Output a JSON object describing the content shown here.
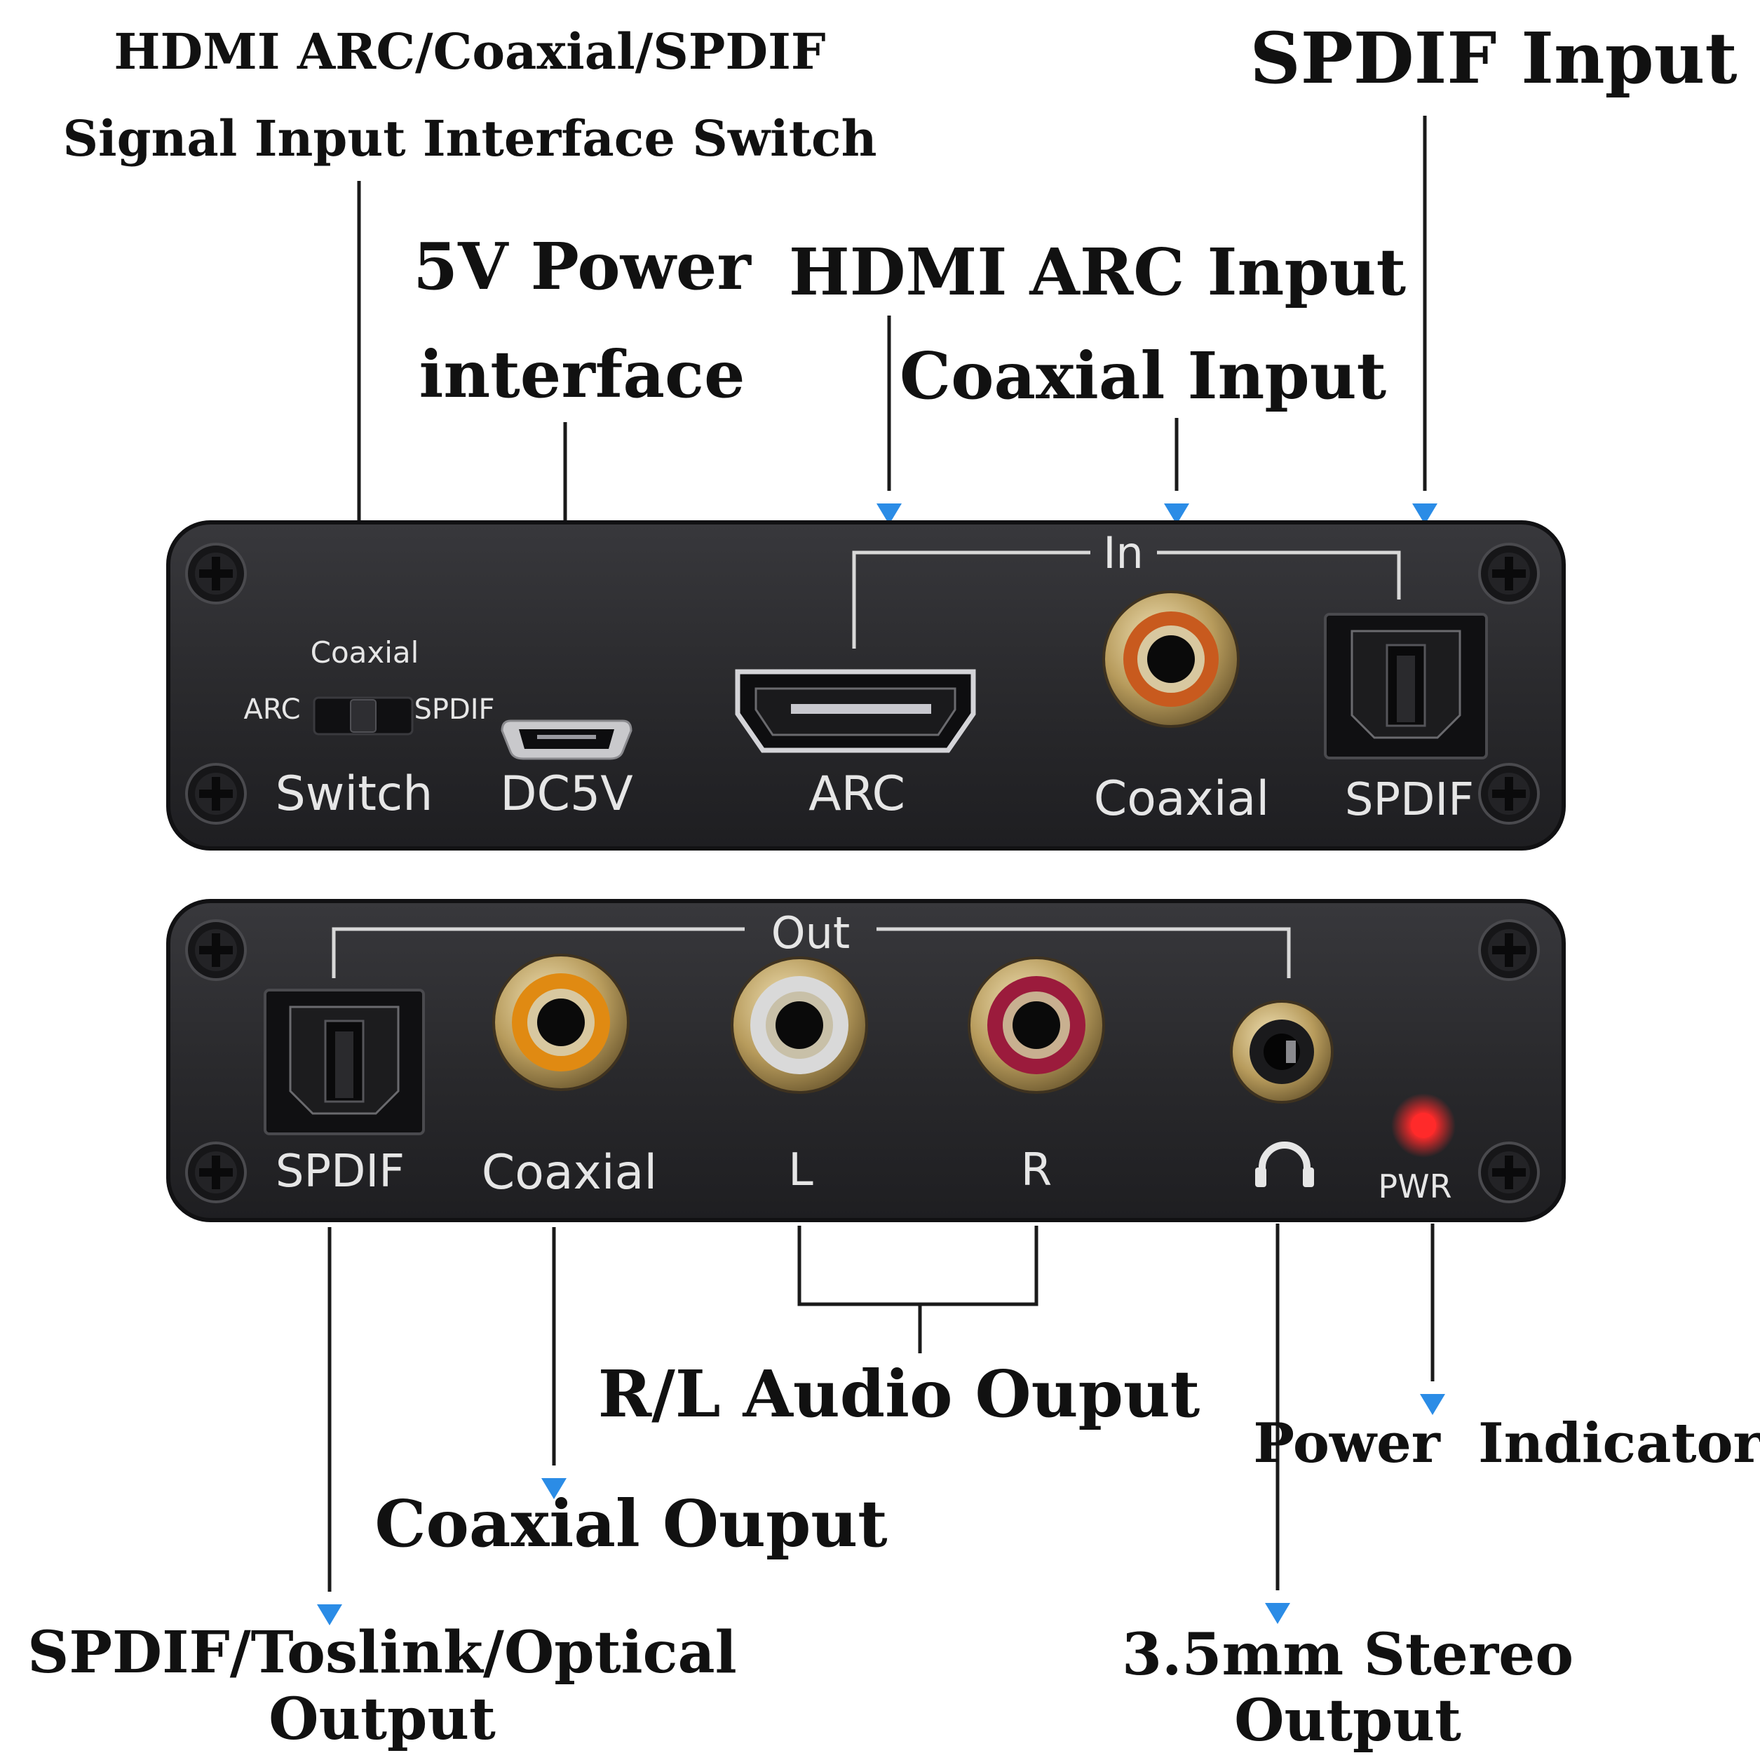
{
  "colors": {
    "arrow": "#2b8ce6",
    "panel": "#2a2a2d",
    "panel_edge": "#111113",
    "rca_orange": "#c85a1e",
    "rca_white": "#d9d9d9",
    "rca_red": "#9b1b3c",
    "led_red": "#ff2a2a"
  },
  "callouts": {
    "switch_line1": "HDMI ARC/Coaxial/SPDIF",
    "switch_line2": "Signal Input Interface Switch",
    "power_line1": "5V Power",
    "power_line2": "interface",
    "arc_input": "HDMI ARC Input",
    "coax_input": "Coaxial Input",
    "spdif_input": "SPDIF Input",
    "rl_output": "R/L Audio Ouput",
    "coax_output": "Coaxial Ouput",
    "power_indicator": "Power  Indicator",
    "optical_line1": "SPDIF/Toslink/Optical",
    "optical_line2": "Output",
    "stereo_line1": "3.5mm Stereo",
    "stereo_line2": "Output"
  },
  "top_panel": {
    "group_label": "In",
    "switch_top": "Coaxial",
    "switch_left": "ARC",
    "switch_right": "SPDIF",
    "switch_label": "Switch",
    "dc_label": "DC5V",
    "arc_label": "ARC",
    "coax_label": "Coaxial",
    "spdif_label": "SPDIF"
  },
  "bottom_panel": {
    "group_label": "Out",
    "spdif_label": "SPDIF",
    "coax_label": "Coaxial",
    "left_label": "L",
    "right_label": "R",
    "pwr_label": "PWR"
  },
  "icons": {
    "headphone": "headphone-icon",
    "screw": "screw-icon",
    "arrow": "arrow-down-icon"
  }
}
